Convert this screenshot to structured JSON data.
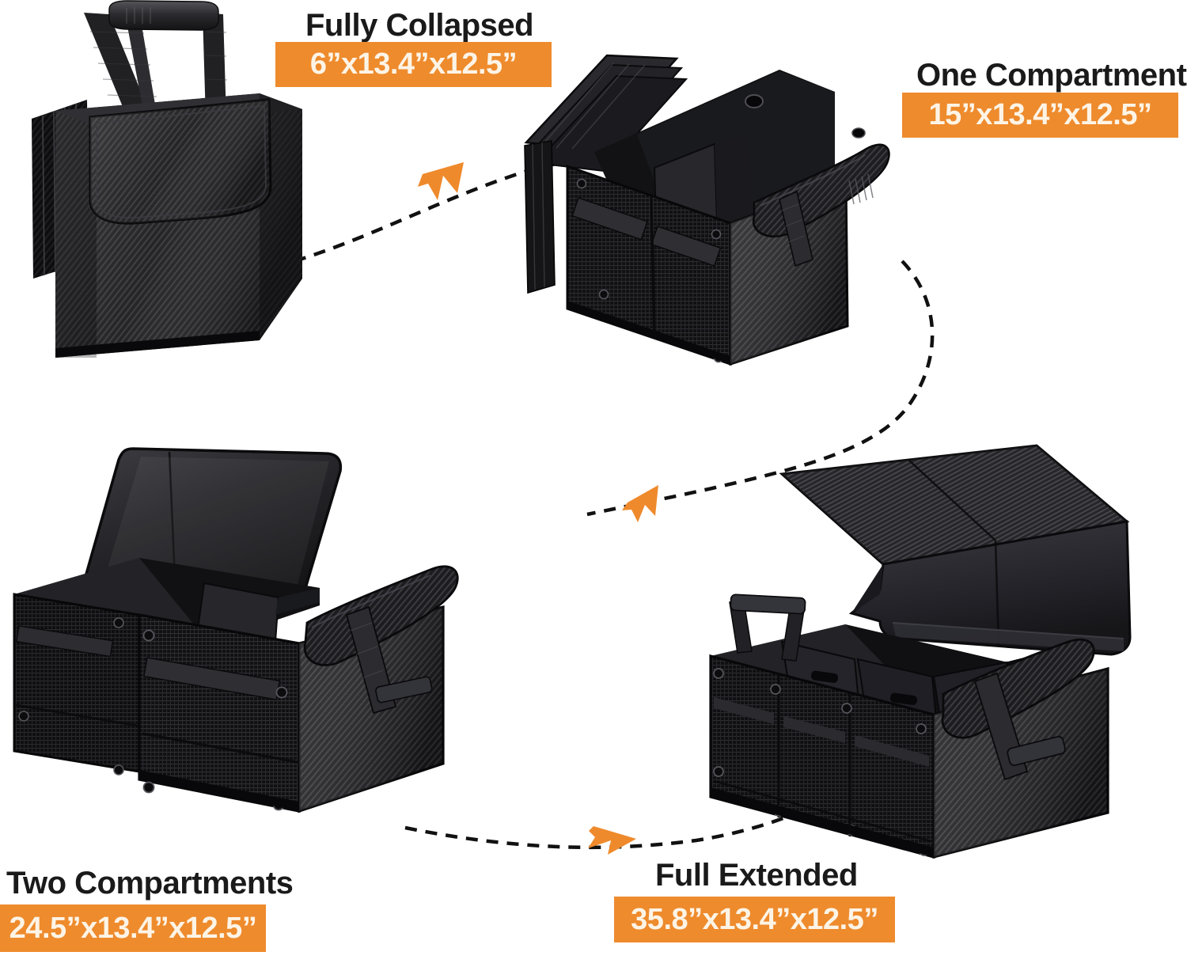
{
  "page": {
    "type": "product-infographic",
    "background_color": "#ffffff",
    "accent_color": "#ee8b2d",
    "badge_text_color": "#fdf4e6",
    "title_text_color": "#1a1a1a",
    "product": "collapsible car trunk organizer"
  },
  "stages": [
    {
      "id": "fully-collapsed",
      "title": "Fully Collapsed",
      "dimensions": "6”x13.4”x12.5”",
      "position": "top-left",
      "image_description": "black carbon-fiber-textured fabric bag folded flat with two webbing carry handles joined by a padded grip and a front flap"
    },
    {
      "id": "one-compartment",
      "title": "One Compartment",
      "dimensions": "15”x13.4”x12.5”",
      "position": "top-right",
      "image_description": "organizer opened into a single cube with interior divider, mesh front pockets with velcro straps and a folded lid panel at the rear"
    },
    {
      "id": "two-compartments",
      "title": "Two Compartments",
      "dimensions": "24.5”x13.4”x12.5”",
      "position": "bottom-left",
      "image_description": "wider organizer with lid propped open, center divider and mesh pockets along the front face"
    },
    {
      "id": "full-extended",
      "title": "Full Extended",
      "dimensions": "35.8”x13.4”x12.5”",
      "position": "bottom-right",
      "image_description": "longest configuration with four interior compartments and a two-panel folding lid floating above"
    }
  ],
  "flow": {
    "style": "dashed black curve with orange chevron arrowheads",
    "dash_color": "#111111",
    "arrow_color": "#ef8a2c",
    "steps": [
      {
        "from": "fully-collapsed",
        "to": "one-compartment",
        "arrow_direction": "right-up"
      },
      {
        "from": "one-compartment",
        "to": "two-compartments",
        "arrow_direction": "left-down"
      },
      {
        "from": "two-compartments",
        "to": "full-extended",
        "arrow_direction": "right"
      }
    ]
  }
}
